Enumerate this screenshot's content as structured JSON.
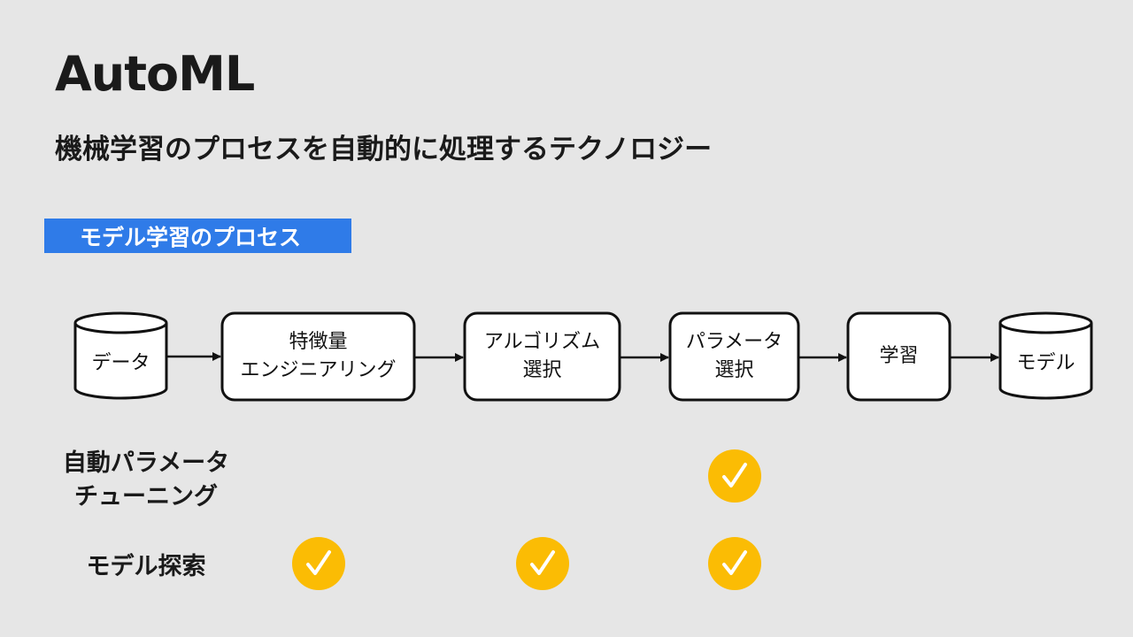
{
  "title": "AutoML",
  "subtitle": "機械学習のプロセスを自動的に処理するテクノロジー",
  "section_label": "モデル学習のプロセス",
  "colors": {
    "background": "#e6e6e6",
    "accent": "#2f7be8",
    "check": "#fbbc04"
  },
  "flow": {
    "nodes": [
      {
        "id": "data",
        "shape": "cylinder",
        "lines": [
          "データ"
        ]
      },
      {
        "id": "feature",
        "shape": "box",
        "lines": [
          "特徴量",
          "エンジニアリング"
        ]
      },
      {
        "id": "algorithm",
        "shape": "box",
        "lines": [
          "アルゴリズム",
          "選択"
        ]
      },
      {
        "id": "parameter",
        "shape": "box",
        "lines": [
          "パラメータ",
          "選択"
        ]
      },
      {
        "id": "training",
        "shape": "box",
        "lines": [
          "学習"
        ]
      },
      {
        "id": "model",
        "shape": "cylinder",
        "lines": [
          "モデル"
        ]
      }
    ]
  },
  "rows": [
    {
      "id": "auto-param",
      "lines": [
        "自動パラメータ",
        "チューニング"
      ],
      "checked": [
        "parameter"
      ]
    },
    {
      "id": "model-search",
      "lines": [
        "モデル探索"
      ],
      "checked": [
        "feature",
        "algorithm",
        "parameter"
      ]
    }
  ],
  "check_icon": "checkmark-icon"
}
